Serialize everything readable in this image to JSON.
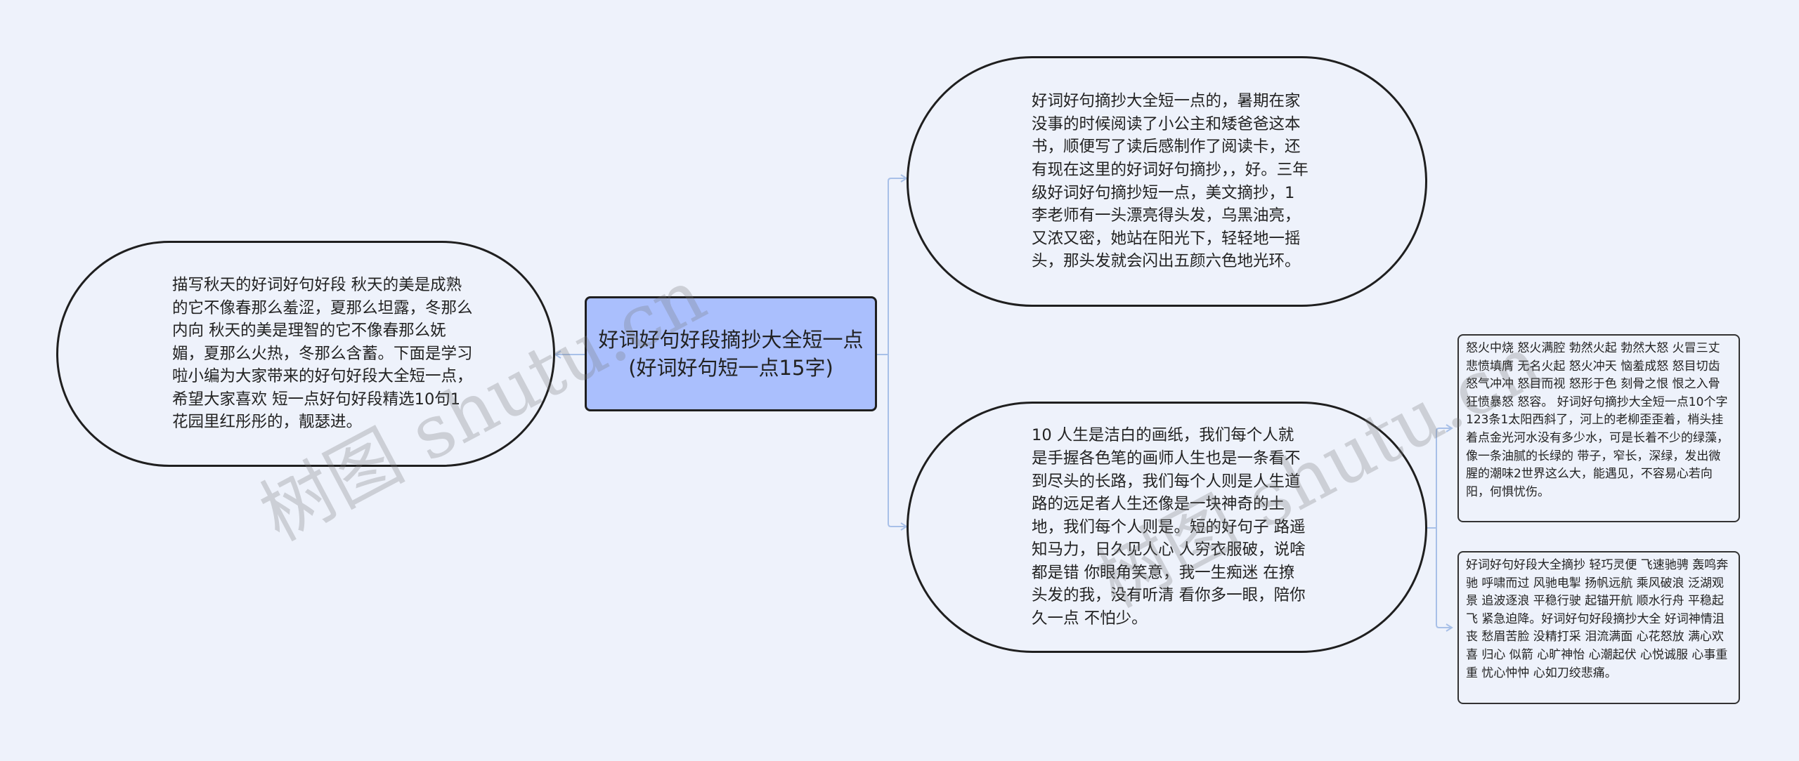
{
  "root": {
    "text": "好词好句好段摘抄大全短一点(好词好句短一点15字)"
  },
  "branches": {
    "left": {
      "text": "描写秋天的好词好句好段 秋天的美是成熟的它不像春那么羞涩，夏那么坦露，冬那么内向 秋天的美是理智的它不像春那么妩媚，夏那么火热，冬那么含蓄。下面是学习啦小编为大家带来的好句好段大全短一点，希望大家喜欢 短一点好句好段精选10句1 花园里红彤彤的，靓瑟进。"
    },
    "top_right": {
      "text": "好词好句摘抄大全短一点的，暑期在家没事的时候阅读了小公主和矮爸爸这本书，顺便写了读后感制作了阅读卡，还有现在这里的好词好句摘抄，，好。三年级好词好句摘抄短一点，美文摘抄，1李老师有一头漂亮得头发，乌黑油亮，又浓又密，她站在阳光下，轻轻地一摇头，那头发就会闪出五颜六色地光环。"
    },
    "bottom_right": {
      "text": "10 人生是洁白的画纸，我们每个人就是手握各色笔的画师人生也是一条看不到尽头的长路，我们每个人则是人生道路的远足者人生还像是一块神奇的土地，我们每个人则是。短的好句子 路遥知马力，日久见人心 人穷衣服破，说啥都是错 你眼角笑意，我一生痴迷 在撩头发的我，没有听清 看你多一眼，陪你久一点 不怕少。"
    },
    "leaf_1": {
      "text": "怒火中烧 怒火满腔 勃然火起 勃然大怒 火冒三丈 悲愤填膺 无名火起 怒火冲天 恼羞成怒 怒目切齿 怒气冲冲 怒目而视 怒形于色 刻骨之恨 恨之入骨 狂愤暴怒 怒容。  好词好句摘抄大全短一点10个字123条1太阳西斜了，河上的老柳歪歪着，梢头挂着点金光河水没有多少水，可是长着不少的绿藻，像一条油腻的长绿的   带子，窄长，深绿，发出微腥的潮味2世界这么大，能遇见，不容易心若向阳，何惧忧伤。"
    },
    "leaf_2": {
      "text": "好词好句好段大全摘抄 轻巧灵便 飞速驰骋 轰鸣奔驰 呼啸而过 风驰电掣 扬帆远航 乘风破浪 泛湖观景 追波逐浪 平稳行驶 起锚开航 顺水行舟 平稳起飞 紧急迫降。好词好句好段摘抄大全 好词神情沮丧 愁眉苦脸 没精打采 泪流满面 心花怒放 满心欢喜 归心 似箭 心旷神怡 心潮起伏 心悦诚服 心事重重 忧心忡忡 心如刀绞悲痛。"
    }
  },
  "watermark": {
    "text": "树图 shutu.cn"
  },
  "colors": {
    "background": "#eef2fb",
    "root_fill": "#aabffd",
    "connector": "#a8c0e8",
    "border": "#1f1f1f"
  }
}
